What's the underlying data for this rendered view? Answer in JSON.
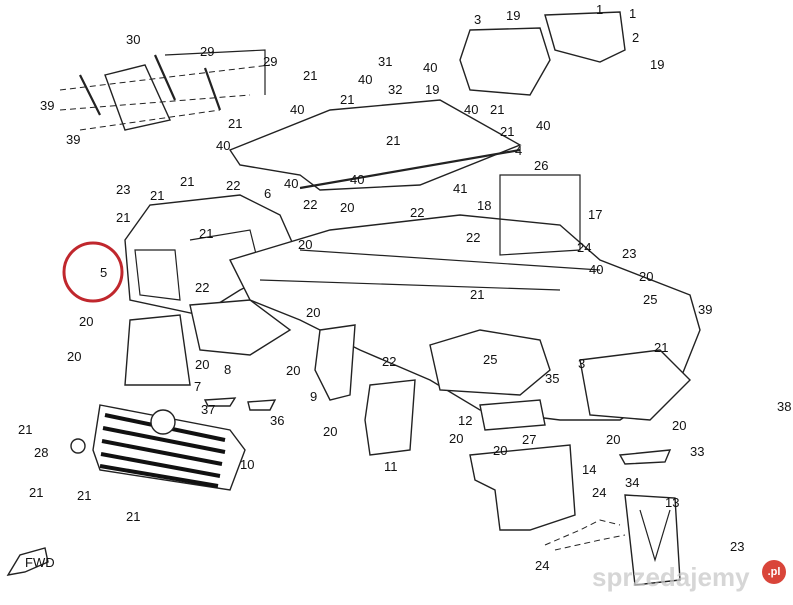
{
  "diagram": {
    "labels": [
      "30",
      "29",
      "29",
      "39",
      "39",
      "31",
      "21",
      "40",
      "32",
      "21",
      "40",
      "21",
      "40",
      "3",
      "19",
      "1",
      "1",
      "2",
      "19",
      "40",
      "19",
      "40",
      "21",
      "21",
      "40",
      "4",
      "21",
      "40",
      "26",
      "41",
      "18",
      "17",
      "22",
      "22",
      "24",
      "23",
      "40",
      "20",
      "25",
      "39",
      "23",
      "21",
      "21",
      "21",
      "22",
      "6",
      "40",
      "22",
      "20",
      "20",
      "21",
      "22",
      "5",
      "21",
      "21",
      "25",
      "35",
      "3",
      "12",
      "27",
      "20",
      "20",
      "33",
      "34",
      "20",
      "14",
      "24",
      "13",
      "23",
      "24",
      "38",
      "20",
      "20",
      "7",
      "8",
      "20",
      "20",
      "37",
      "36",
      "9",
      "22",
      "20",
      "11",
      "20",
      "21",
      "28",
      "10",
      "21",
      "21",
      "21",
      "20"
    ],
    "highlight_color": "#c0272d",
    "fwd_arrow_text": "FWD"
  },
  "watermark": {
    "text": "sprzedajemy",
    "badge": ".pl"
  }
}
